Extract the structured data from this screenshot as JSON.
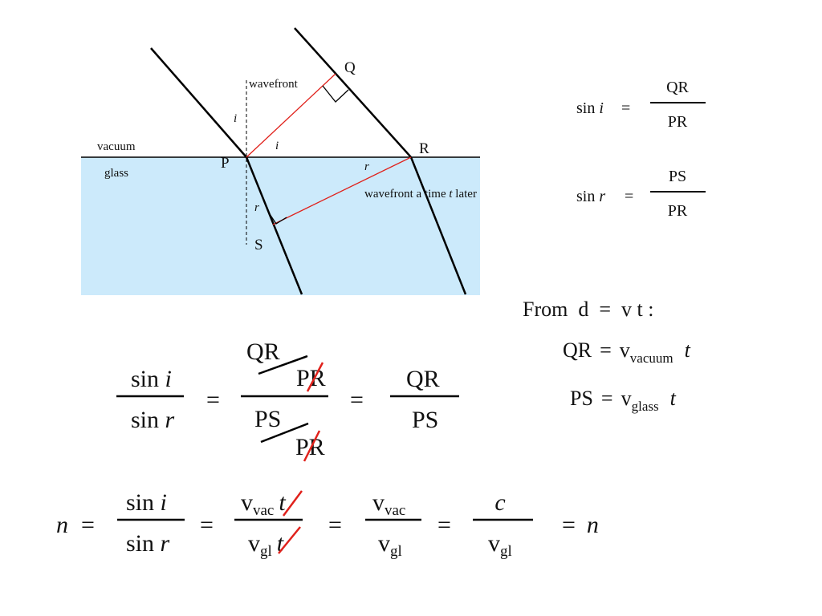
{
  "diagram": {
    "labels": {
      "Q": "Q",
      "R": "R",
      "P": "P",
      "S": "S",
      "wavefront": "wavefront",
      "wavefront_later_pre": "wavefront a time ",
      "wavefront_later_t": "t",
      "wavefront_later_post": " later",
      "vacuum": "vacuum",
      "glass": "glass",
      "angle_i": "i",
      "angle_r": "r"
    },
    "colors": {
      "glass": "#cceafb",
      "red": "#e0211b",
      "line": "#000000"
    }
  },
  "sin_defs": {
    "sin_i": {
      "fn": "sin ",
      "var": "i",
      "eq": "=",
      "num": "QR",
      "den": "PR"
    },
    "sin_r": {
      "fn": "sin ",
      "var": "r",
      "eq": "=",
      "num": "PS",
      "den": "PR"
    }
  },
  "from_relation": {
    "heading": "From  d  =  v t :",
    "qr": {
      "lhs": "QR",
      "eq": "=",
      "v": "v",
      "sub": "vacuum",
      "t": "t"
    },
    "ps": {
      "lhs": "PS",
      "eq": "=",
      "v": "v",
      "sub": "glass",
      "t": "t"
    }
  },
  "ratio_eq": {
    "lhs_num_fn": "sin ",
    "lhs_num_var": "i",
    "lhs_den_fn": "sin ",
    "lhs_den_var": "r",
    "eq1": "=",
    "mid_top_qr": "QR",
    "mid_top_pr": "PR",
    "mid_bot_ps": "PS",
    "mid_bot_pr": "PR",
    "eq2": "=",
    "rhs_num": "QR",
    "rhs_den": "PS"
  },
  "n_eq": {
    "n": "n",
    "eq": "=",
    "f1_num_fn": "sin ",
    "f1_num_var": "i",
    "f1_den_fn": "sin ",
    "f1_den_var": "r",
    "f2_num_v": "v",
    "f2_num_sub": "vac",
    "f2_num_t": "t",
    "f2_den_v": "v",
    "f2_den_sub": "gl",
    "f2_den_t": "t",
    "f3_num_v": "v",
    "f3_num_sub": "vac",
    "f3_den_v": "v",
    "f3_den_sub": "gl",
    "f4_num": "c",
    "f4_den_v": "v",
    "f4_den_sub": "gl",
    "tail": "=  n"
  }
}
